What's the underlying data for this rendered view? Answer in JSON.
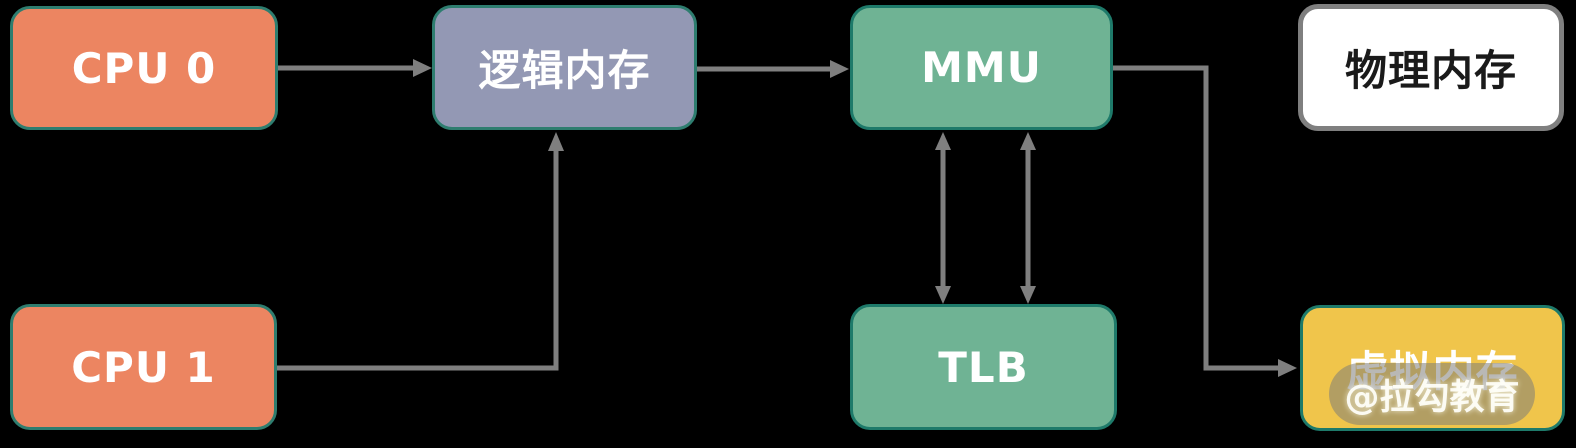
{
  "diagram": {
    "nodes": [
      {
        "id": "cpu0",
        "label": "CPU 0",
        "fill": "#EC8561",
        "border": "#2E7D6F",
        "text_color": "#FFFFFF"
      },
      {
        "id": "logical-memory",
        "label": "逻辑内存",
        "fill": "#9398B4",
        "border": "#2E7D6F",
        "text_color": "#FFFFFF"
      },
      {
        "id": "mmu",
        "label": "MMU",
        "fill": "#6FB394",
        "border": "#1E7A6A",
        "text_color": "#FFFFFF"
      },
      {
        "id": "physical-memory",
        "label": "物理内存",
        "fill": "#FFFFFF",
        "border": "#7F7F7F",
        "text_color": "#1A1A1A"
      },
      {
        "id": "cpu1",
        "label": "CPU 1",
        "fill": "#EC8561",
        "border": "#2E7D6F",
        "text_color": "#FFFFFF"
      },
      {
        "id": "tlb",
        "label": "TLB",
        "fill": "#6FB394",
        "border": "#1E7A6A",
        "text_color": "#FFFFFF"
      },
      {
        "id": "virtual-memory",
        "label": "虚拟内存",
        "fill": "#F0C54B",
        "border": "#1E7A6A",
        "text_color": "#FFFFFF"
      }
    ],
    "edges": [
      {
        "from": "CPU 0",
        "to": "逻辑内存",
        "type": "arrow"
      },
      {
        "from": "CPU 1",
        "to": "逻辑内存",
        "type": "arrow"
      },
      {
        "from": "逻辑内存",
        "to": "MMU",
        "type": "arrow"
      },
      {
        "from": "MMU",
        "to": "TLB",
        "type": "double-arrow"
      },
      {
        "from": "MMU",
        "to": "TLB",
        "type": "double-arrow"
      },
      {
        "from": "MMU",
        "to": "虚拟内存",
        "type": "arrow"
      }
    ],
    "arrow_color": "#7F7F7F"
  },
  "watermark": {
    "text": "@拉勾教育"
  }
}
